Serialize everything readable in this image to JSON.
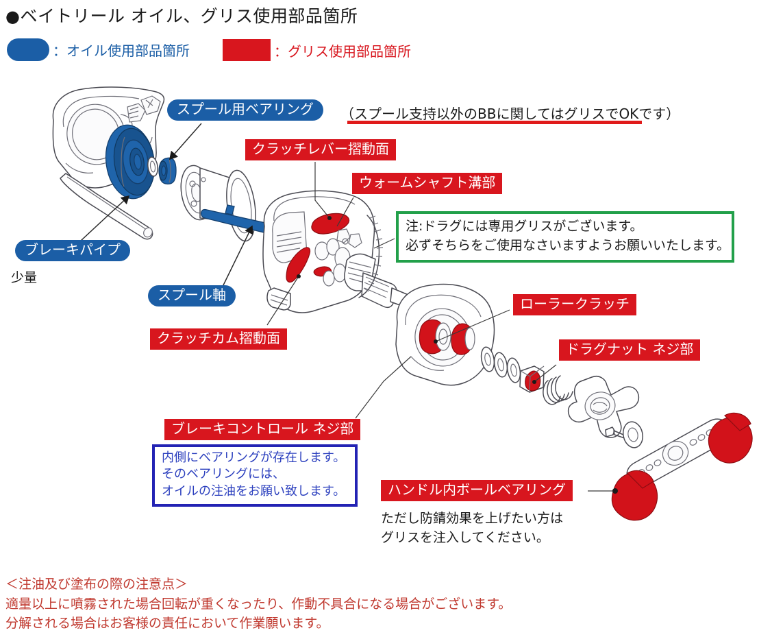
{
  "header": {
    "bullet": "●",
    "title": "ベイトリール オイル、グリス使用部品箇所"
  },
  "legend": {
    "oil_label": "：オイル使用部品箇所",
    "grease_label": "：グリス使用部品箇所",
    "oil_color": "#1b5ea6",
    "grease_color": "#d8161e"
  },
  "callouts": {
    "spool_bearing": "スプール用ベアリング",
    "bb_note": "（スプール支持以外のBBに関してはグリスでOKです）",
    "clutch_lever": "クラッチレバー摺動面",
    "worm_shaft": "ウォームシャフト溝部",
    "brake_pipe": "ブレーキパイプ",
    "brake_pipe_sub": "少量",
    "spool_shaft": "スプール軸",
    "clutch_cam": "クラッチカム摺動面",
    "roller_clutch": "ローラークラッチ",
    "drag_nut": "ドラグナット ネジ部",
    "brake_control": "ブレーキコントロール ネジ部",
    "handle_bb": "ハンドル内ボールベアリング",
    "handle_bb_sub_1": "ただし防錆効果を上げたい方は",
    "handle_bb_sub_2": "グリスを注入してください。"
  },
  "notes": {
    "green": {
      "border_color": "#22a04a",
      "line1": "注:ドラグには専用グリスがございます。",
      "line2": "必ずそちらをご使用なさいますようお願いいたします。"
    },
    "blue": {
      "border_color": "#2323b4",
      "line1": "内側にベアリングが存在します。",
      "line2": "そのベアリングには、",
      "line3": "オイルの注油をお願い致します。"
    }
  },
  "footer": {
    "line1": "＜注油及び塗布の際の注意点＞",
    "line2": "適量以上に噴霧された場合回転が重くなったり、作動不具合になる場合がございます。",
    "line3": "分解される場合はお客様の責任において作業願います。",
    "color": "#c0392f"
  }
}
